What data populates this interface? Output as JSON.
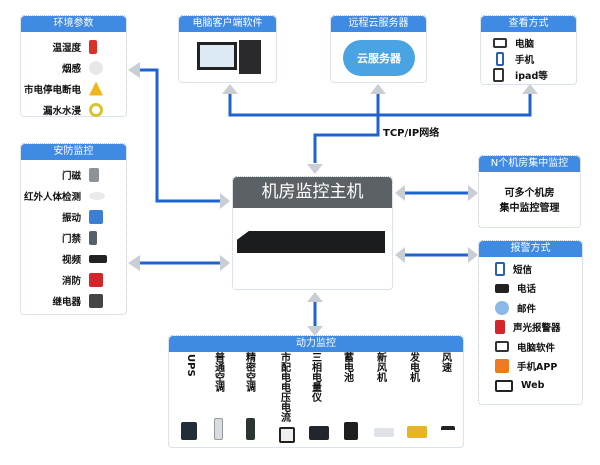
{
  "env": {
    "title": "环境参数",
    "items": [
      "温湿度",
      "烟感",
      "市电停电断电",
      "漏水水浸"
    ]
  },
  "client": {
    "title": "电脑客户端软件"
  },
  "cloud": {
    "title": "远程云服务器",
    "label": "云服务器"
  },
  "view": {
    "title": "查看方式",
    "items": [
      "电脑",
      "手机",
      "ipad等"
    ]
  },
  "network": {
    "label": "TCP/IP网络"
  },
  "security": {
    "title": "安防监控",
    "items": [
      "门磁",
      "红外人体检测",
      "振动",
      "门禁",
      "视频",
      "消防",
      "继电器"
    ]
  },
  "host": {
    "title": "机房监控主机"
  },
  "multi": {
    "title": "N个机房集中监控",
    "line1": "可多个机房",
    "line2": "集中监控管理"
  },
  "alarm": {
    "title": "报警方式",
    "items": [
      "短信",
      "电话",
      "邮件",
      "声光报警器",
      "电脑软件",
      "手机APP",
      "Web"
    ]
  },
  "power": {
    "title": "动力监控",
    "items": [
      "UPS",
      "普通空调",
      "精密空调",
      "市配电电压电流",
      "三相电量仪",
      "蓄电池",
      "新风机",
      "发电机",
      "风速"
    ]
  },
  "colors": {
    "line": "#1f63d1",
    "header": "#3f8ae2",
    "host_header": "#5c6166",
    "arrow": "#c9ced4"
  }
}
